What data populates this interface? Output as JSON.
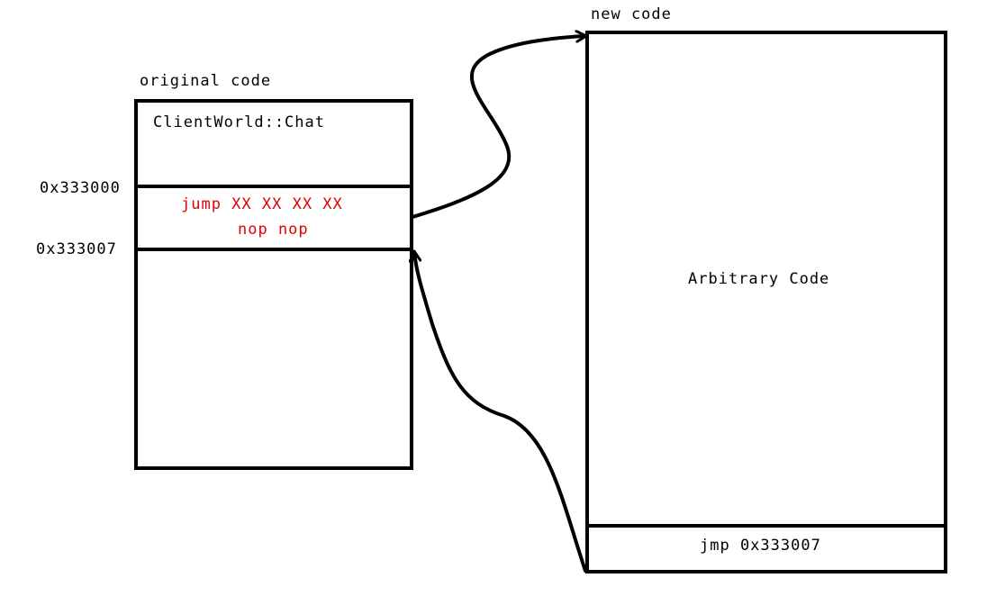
{
  "original_block": {
    "title": "original code",
    "function_name": "ClientWorld::Chat",
    "patch_line1": "jump XX XX XX XX",
    "patch_line2": "nop nop",
    "addr_start": "0x333000",
    "addr_end": "0x333007"
  },
  "new_block": {
    "title": "new code",
    "body_text": "Arbitrary Code",
    "jump_back": "jmp 0x333007"
  },
  "colors": {
    "line": "#000000",
    "patch_text": "#e00000"
  }
}
